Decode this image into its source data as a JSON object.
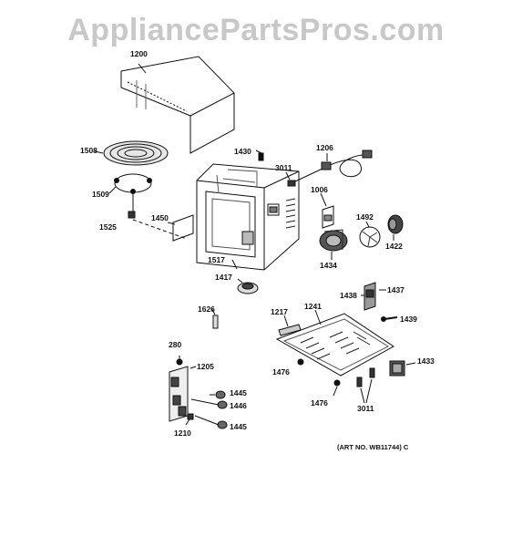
{
  "watermark": "AppliancePartsPros.com",
  "art_number": "(ART NO. WB11744) C",
  "parts": {
    "p1200": "1200",
    "p1508": "1508",
    "p1509": "1509",
    "p1525": "1525",
    "p1450": "1450",
    "p1430": "1430",
    "p3011_top": "3011",
    "p1206": "1206",
    "p1006": "1006",
    "p1492": "1492",
    "p1422": "1422",
    "p1517": "1517",
    "p1434": "1434",
    "p1417": "1417",
    "p1438": "1438",
    "p1437": "1437",
    "p1439": "1439",
    "p1626": "1626",
    "p1217": "1217",
    "p1241": "1241",
    "p280": "280",
    "p1205": "1205",
    "p1476_left": "1476",
    "p1476_mid": "1476",
    "p1433": "1433",
    "p1445_top": "1445",
    "p1446": "1446",
    "p1445_bottom": "1445",
    "p1210": "1210",
    "p3011_bottom": "3011"
  },
  "colors": {
    "watermark": "#c8c8c8",
    "line": "#111111"
  }
}
